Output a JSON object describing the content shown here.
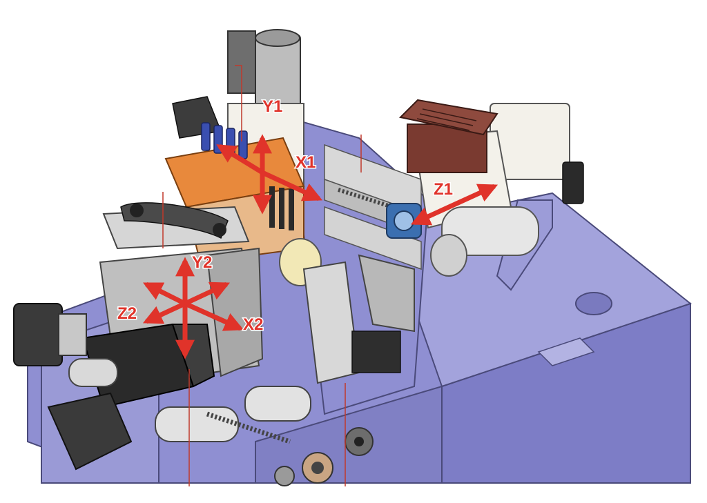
{
  "axes": {
    "Y1": "Y1",
    "X1": "X1",
    "Z1": "Z1",
    "Y2": "Y2",
    "Z2": "Z2",
    "X2": "X2"
  },
  "colors": {
    "frame": "#8f8fd2",
    "frame_dark": "#6e6eb4",
    "steel": "#cfcfcf",
    "steel_dark": "#8a8a8a",
    "black": "#2a2a2a",
    "orange": "#e8893c",
    "brown": "#7a3a30",
    "arrow": "#e0332a",
    "leader": "#c0392b",
    "cream": "#f3f1ea"
  },
  "icons": [
    "double-arrow-icon",
    "cross-arrow-icon"
  ]
}
